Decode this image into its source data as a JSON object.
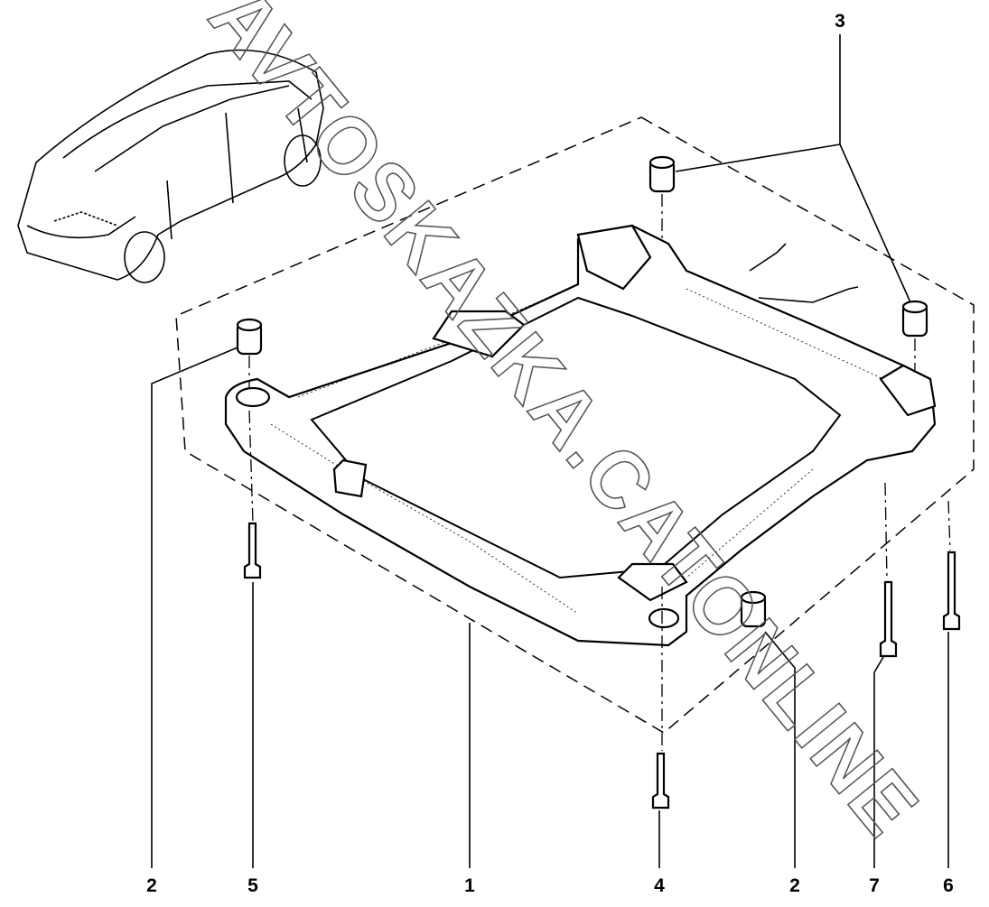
{
  "diagram": {
    "title": "Front subframe assembly",
    "watermark": "AVTOSKAZKA.CATONLINE",
    "callouts": {
      "top": [
        "3"
      ],
      "bottom": [
        "2",
        "5",
        "1",
        "4",
        "2",
        "7",
        "6"
      ]
    }
  }
}
